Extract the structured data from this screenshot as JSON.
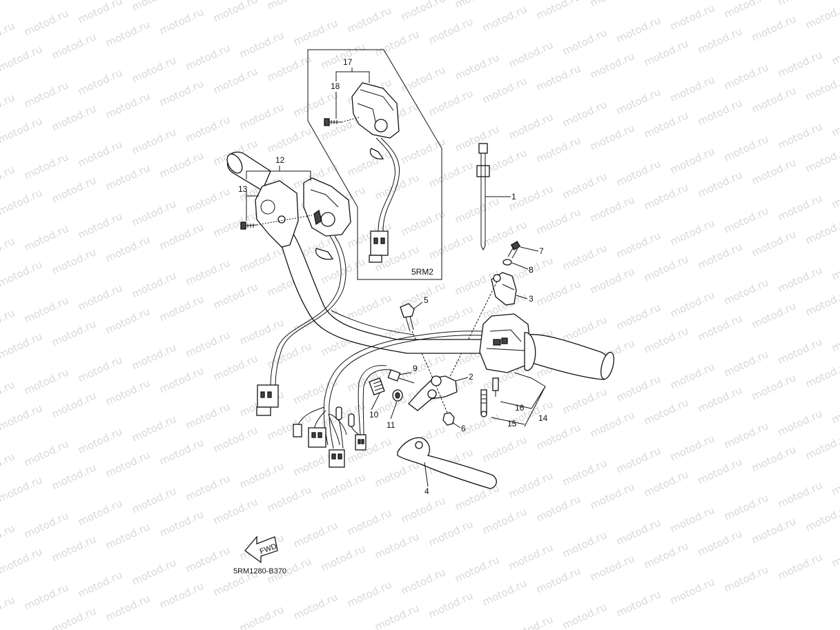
{
  "watermark": {
    "text": "motod.ru"
  },
  "diagram": {
    "figure_code": "5RM1280-B370",
    "inset_label": "5RM2",
    "fwd_label": "FWD",
    "callouts": [
      {
        "id": "c1",
        "label": "1"
      },
      {
        "id": "c2",
        "label": "2"
      },
      {
        "id": "c3",
        "label": "3"
      },
      {
        "id": "c4",
        "label": "4"
      },
      {
        "id": "c5",
        "label": "5"
      },
      {
        "id": "c6",
        "label": "6"
      },
      {
        "id": "c7",
        "label": "7"
      },
      {
        "id": "c8",
        "label": "8"
      },
      {
        "id": "c9",
        "label": "9"
      },
      {
        "id": "c10",
        "label": "10"
      },
      {
        "id": "c11",
        "label": "11"
      },
      {
        "id": "c12",
        "label": "12"
      },
      {
        "id": "c13",
        "label": "13"
      },
      {
        "id": "c14",
        "label": "14"
      },
      {
        "id": "c15",
        "label": "15"
      },
      {
        "id": "c16",
        "label": "16"
      },
      {
        "id": "c17",
        "label": "17"
      },
      {
        "id": "c18",
        "label": "18"
      }
    ]
  }
}
